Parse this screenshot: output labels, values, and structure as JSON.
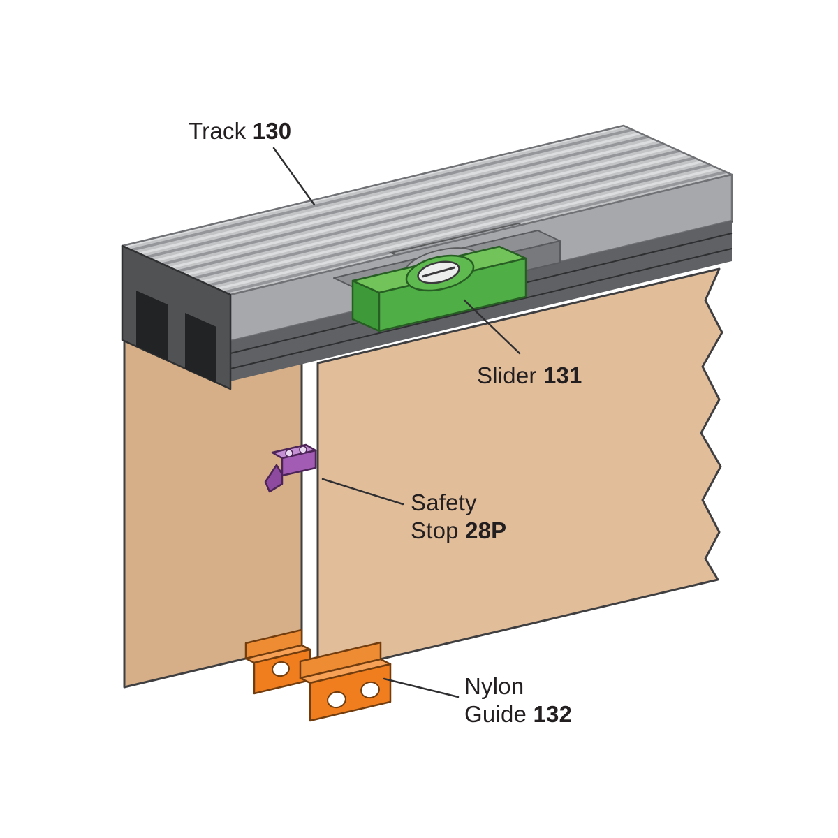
{
  "figure": {
    "background": "#ffffff",
    "labels": {
      "track": {
        "name": "Track",
        "code": "130"
      },
      "slider": {
        "name": "Slider",
        "code": "131"
      },
      "safety_stop": {
        "name_line1": "Safety",
        "name_line2": "Stop",
        "code": "28P"
      },
      "nylon_guide": {
        "name_line1": "Nylon",
        "name_line2": "Guide",
        "code": "132"
      }
    },
    "colors": {
      "track_top": "#c2c4c6",
      "track_face": "#a6a8ab",
      "track_underside": "#5f6164",
      "track_profile_dark": "#515254",
      "door_front": "#e2bd9a",
      "door_rear": "#d6ae87",
      "slider_green": "#4fae45",
      "stop_purple": "#a35cb4",
      "guide_orange": "#f07d1e",
      "outline": "#3a3a3c",
      "text": "#231f20"
    }
  }
}
